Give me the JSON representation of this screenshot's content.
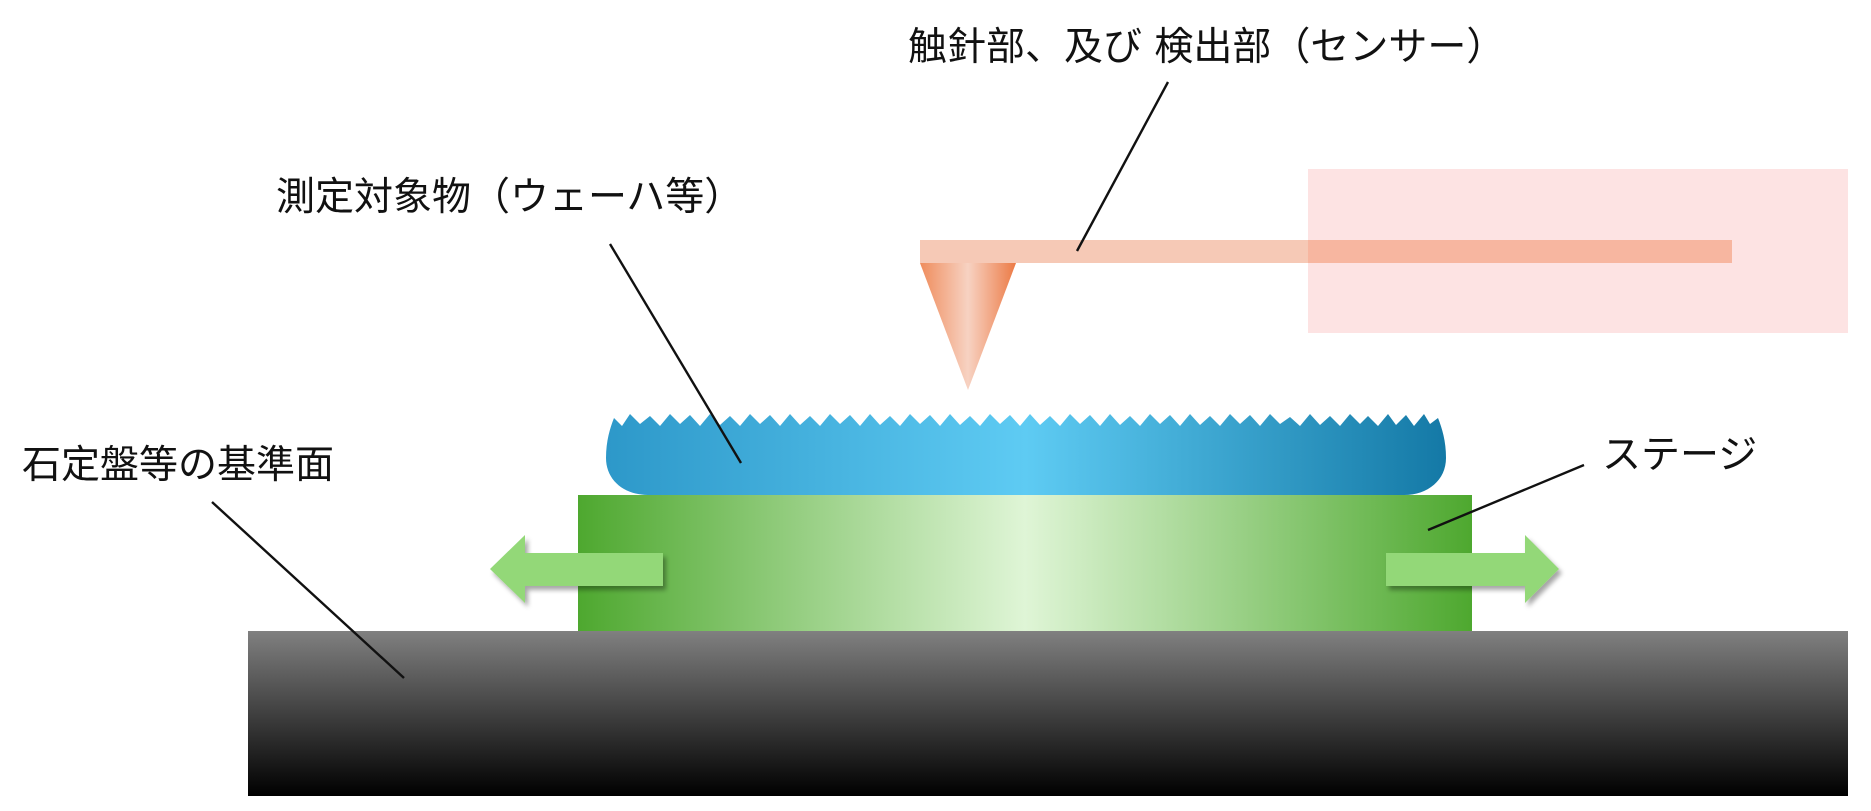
{
  "labels": {
    "probe_sensor": "触針部、及び 検出部（センサー）",
    "measured_object": "測定対象物（ウェーハ等）",
    "reference_surface": "石定盤等の基準面",
    "stage": "ステージ"
  },
  "colors": {
    "base_top": "#808080",
    "base_bottom": "#000000",
    "stage_edge": "#4ea82f",
    "stage_center": "#dff5d6",
    "arrow": "#93d878",
    "wafer_edge": "#1479a6",
    "wafer_center": "#5ecbf3",
    "probe_arm": "#f5c3ae",
    "probe_tip": "#ef8c5c",
    "sensor_zone": "#fde3e3",
    "leader_line": "#111111"
  }
}
